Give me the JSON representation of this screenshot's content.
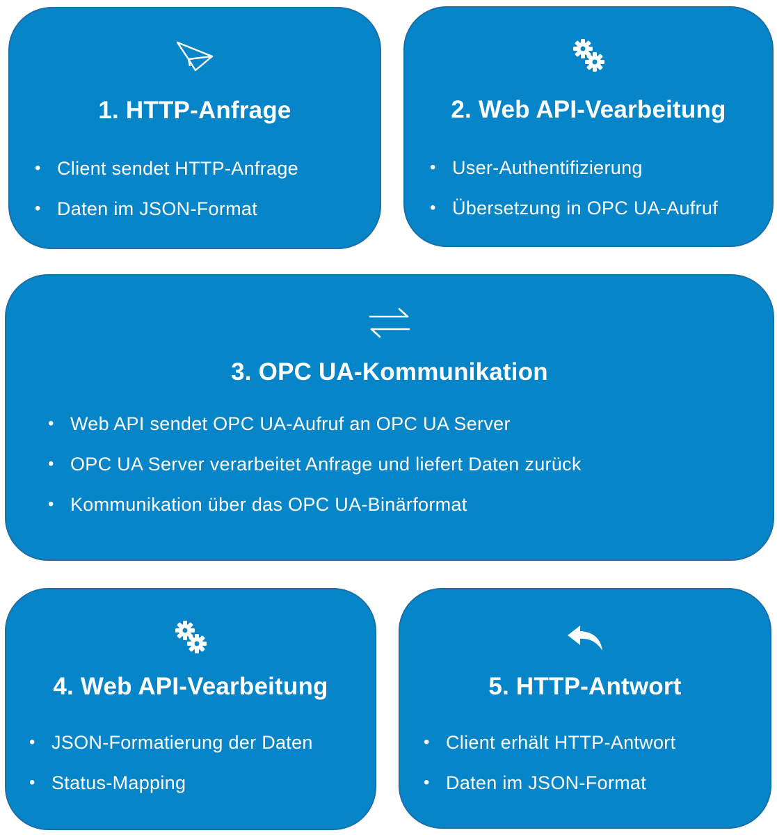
{
  "cards": [
    {
      "icon": "paper-plane-icon",
      "title": "1. HTTP-Anfrage",
      "items": [
        "Client sendet HTTP-Anfrage",
        "Daten im JSON-Format"
      ]
    },
    {
      "icon": "gears-icon",
      "title": "2. Web API-Vearbeitung",
      "items": [
        "User-Authentifizierung",
        "Übersetzung in OPC UA-Aufruf"
      ]
    },
    {
      "icon": "exchange-arrows-icon",
      "title": "3. OPC UA-Kommunikation",
      "items": [
        "Web API sendet OPC UA-Aufruf an OPC UA Server",
        "OPC UA Server verarbeitet Anfrage und liefert Daten zurück",
        "Kommunikation über das OPC UA-Binärformat"
      ]
    },
    {
      "icon": "gears-icon",
      "title": "4. Web API-Vearbeitung",
      "items": [
        "JSON-Formatierung der Daten",
        "Status-Mapping"
      ]
    },
    {
      "icon": "reply-arrow-icon",
      "title": "5. HTTP-Antwort",
      "items": [
        "Client erhält HTTP-Antwort",
        "Daten im JSON-Format"
      ]
    }
  ],
  "colors": {
    "card_fill": "#0685c8",
    "card_border": "#1c6fa6",
    "text": "#ffffff"
  }
}
